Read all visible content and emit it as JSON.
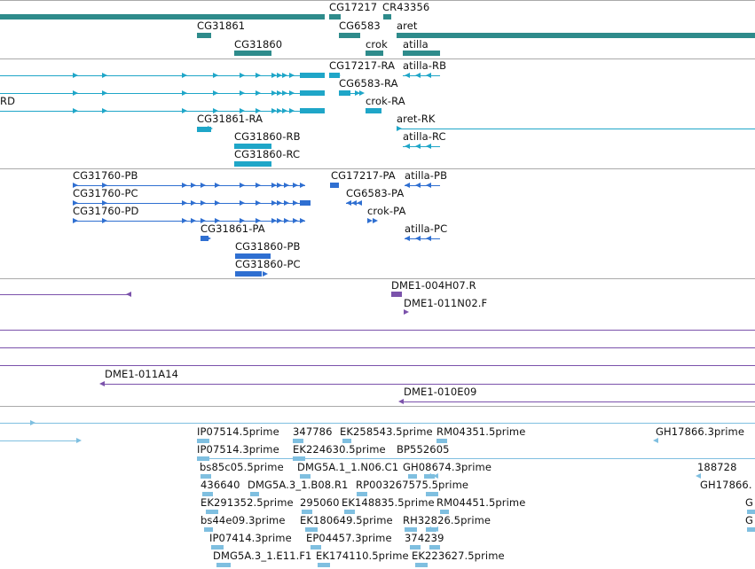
{
  "colors": {
    "gene": "#2e8b8b",
    "transcript": "#1fa6c8",
    "protein": "#2f6fd1",
    "clone": "#7b52ab",
    "est": "#7fbfe0",
    "separator": "#aaaaaa"
  },
  "tracks": {
    "genes": {
      "labels": [
        "CG17217",
        "CR43356",
        "CG31861",
        "CG6583",
        "aret",
        "CG31860",
        "crok",
        "atilla"
      ]
    },
    "transcripts": {
      "labels": [
        "CG17217-RA",
        "atilla-RB",
        "CG6583-RA",
        "RD",
        "crok-RA",
        "CG31861-RA",
        "aret-RK",
        "CG31860-RB",
        "atilla-RC",
        "CG31860-RC"
      ]
    },
    "proteins": {
      "labels": [
        "CG31760-PB",
        "CG17217-PA",
        "atilla-PB",
        "CG31760-PC",
        "CG6583-PA",
        "CG31760-PD",
        "crok-PA",
        "CG31861-PA",
        "atilla-PC",
        "CG31860-PB",
        "CG31860-PC"
      ]
    },
    "clones": {
      "labels": [
        "DME1-004H07.R",
        "DME1-011N02.F",
        "DME1-011A14",
        "DME1-010E09"
      ]
    },
    "ests": {
      "labels": [
        "IP07514.5prime",
        "347786",
        "EK258543.5prime",
        "RM04351.5prime",
        "GH17866.3prime",
        "IP07514.3prime",
        "EK224630.5prime",
        "BP552605",
        "bs85c05.5prime",
        "DMG5A.1_1.N06.C1",
        "GH08674.3prime",
        "188728",
        "436640",
        "DMG5A.3_1.B08.R1",
        "RP003267575.5prime",
        "GH17866.",
        "EK291352.5prime",
        "295060",
        "EK148835.5prime",
        "RM04451.5prime",
        "bs44e09.3prime",
        "EK180649.5prime",
        "RH32826.5prime",
        "IP07414.3prime",
        "EP04457.3prime",
        "374239",
        "DMG5A.3_1.E11.F1",
        "EK174110.5prime",
        "EK223627.5prime",
        "G",
        "G"
      ]
    }
  }
}
